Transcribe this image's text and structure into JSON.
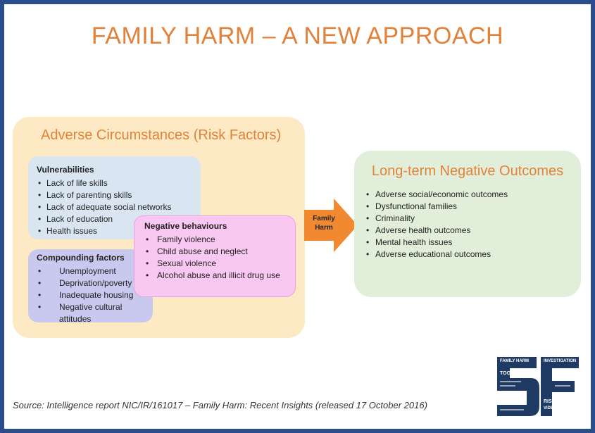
{
  "title": "FAMILY HARM – A NEW APPROACH",
  "risk_factors": {
    "title": "Adverse Circumstances (Risk Factors)",
    "vulnerabilities": {
      "heading": "Vulnerabilities",
      "items": [
        "Lack of life skills",
        "Lack of parenting skills",
        "Lack of adequate social networks",
        "Lack of education",
        "Health issues"
      ]
    },
    "compounding": {
      "heading": "Compounding factors",
      "items": [
        "Unemployment",
        "Deprivation/poverty",
        "Inadequate housing",
        "Negative cultural attitudes"
      ]
    },
    "negative_behaviours": {
      "heading": "Negative behaviours",
      "items": [
        "Family violence",
        "Child abuse and neglect",
        "Sexual violence",
        "Alcohol abuse and illicit drug use"
      ]
    }
  },
  "arrow": {
    "label_line1": "Family",
    "label_line2": "Harm",
    "color": "#f0892f"
  },
  "outcomes": {
    "title": "Long-term Negative Outcomes",
    "items": [
      "Adverse social/economic outcomes",
      "Dysfunctional families",
      "Criminality",
      "Adverse health outcomes",
      "Mental health issues",
      "Adverse educational outcomes"
    ]
  },
  "source": "Source: Intelligence report NIC/IR/161017 – Family Harm: Recent Insights (released 17 October 2016)",
  "logo": {
    "mark": "5F",
    "text_left": "FAMILY HARM",
    "text_tools": "TOOLS",
    "text_right": "INVESTIGATION",
    "text_risk": "RISK",
    "text_video": "VIDEO",
    "color": "#1f3a63"
  },
  "colors": {
    "frame": "#2b4d8a",
    "accent": "#e2823a"
  }
}
